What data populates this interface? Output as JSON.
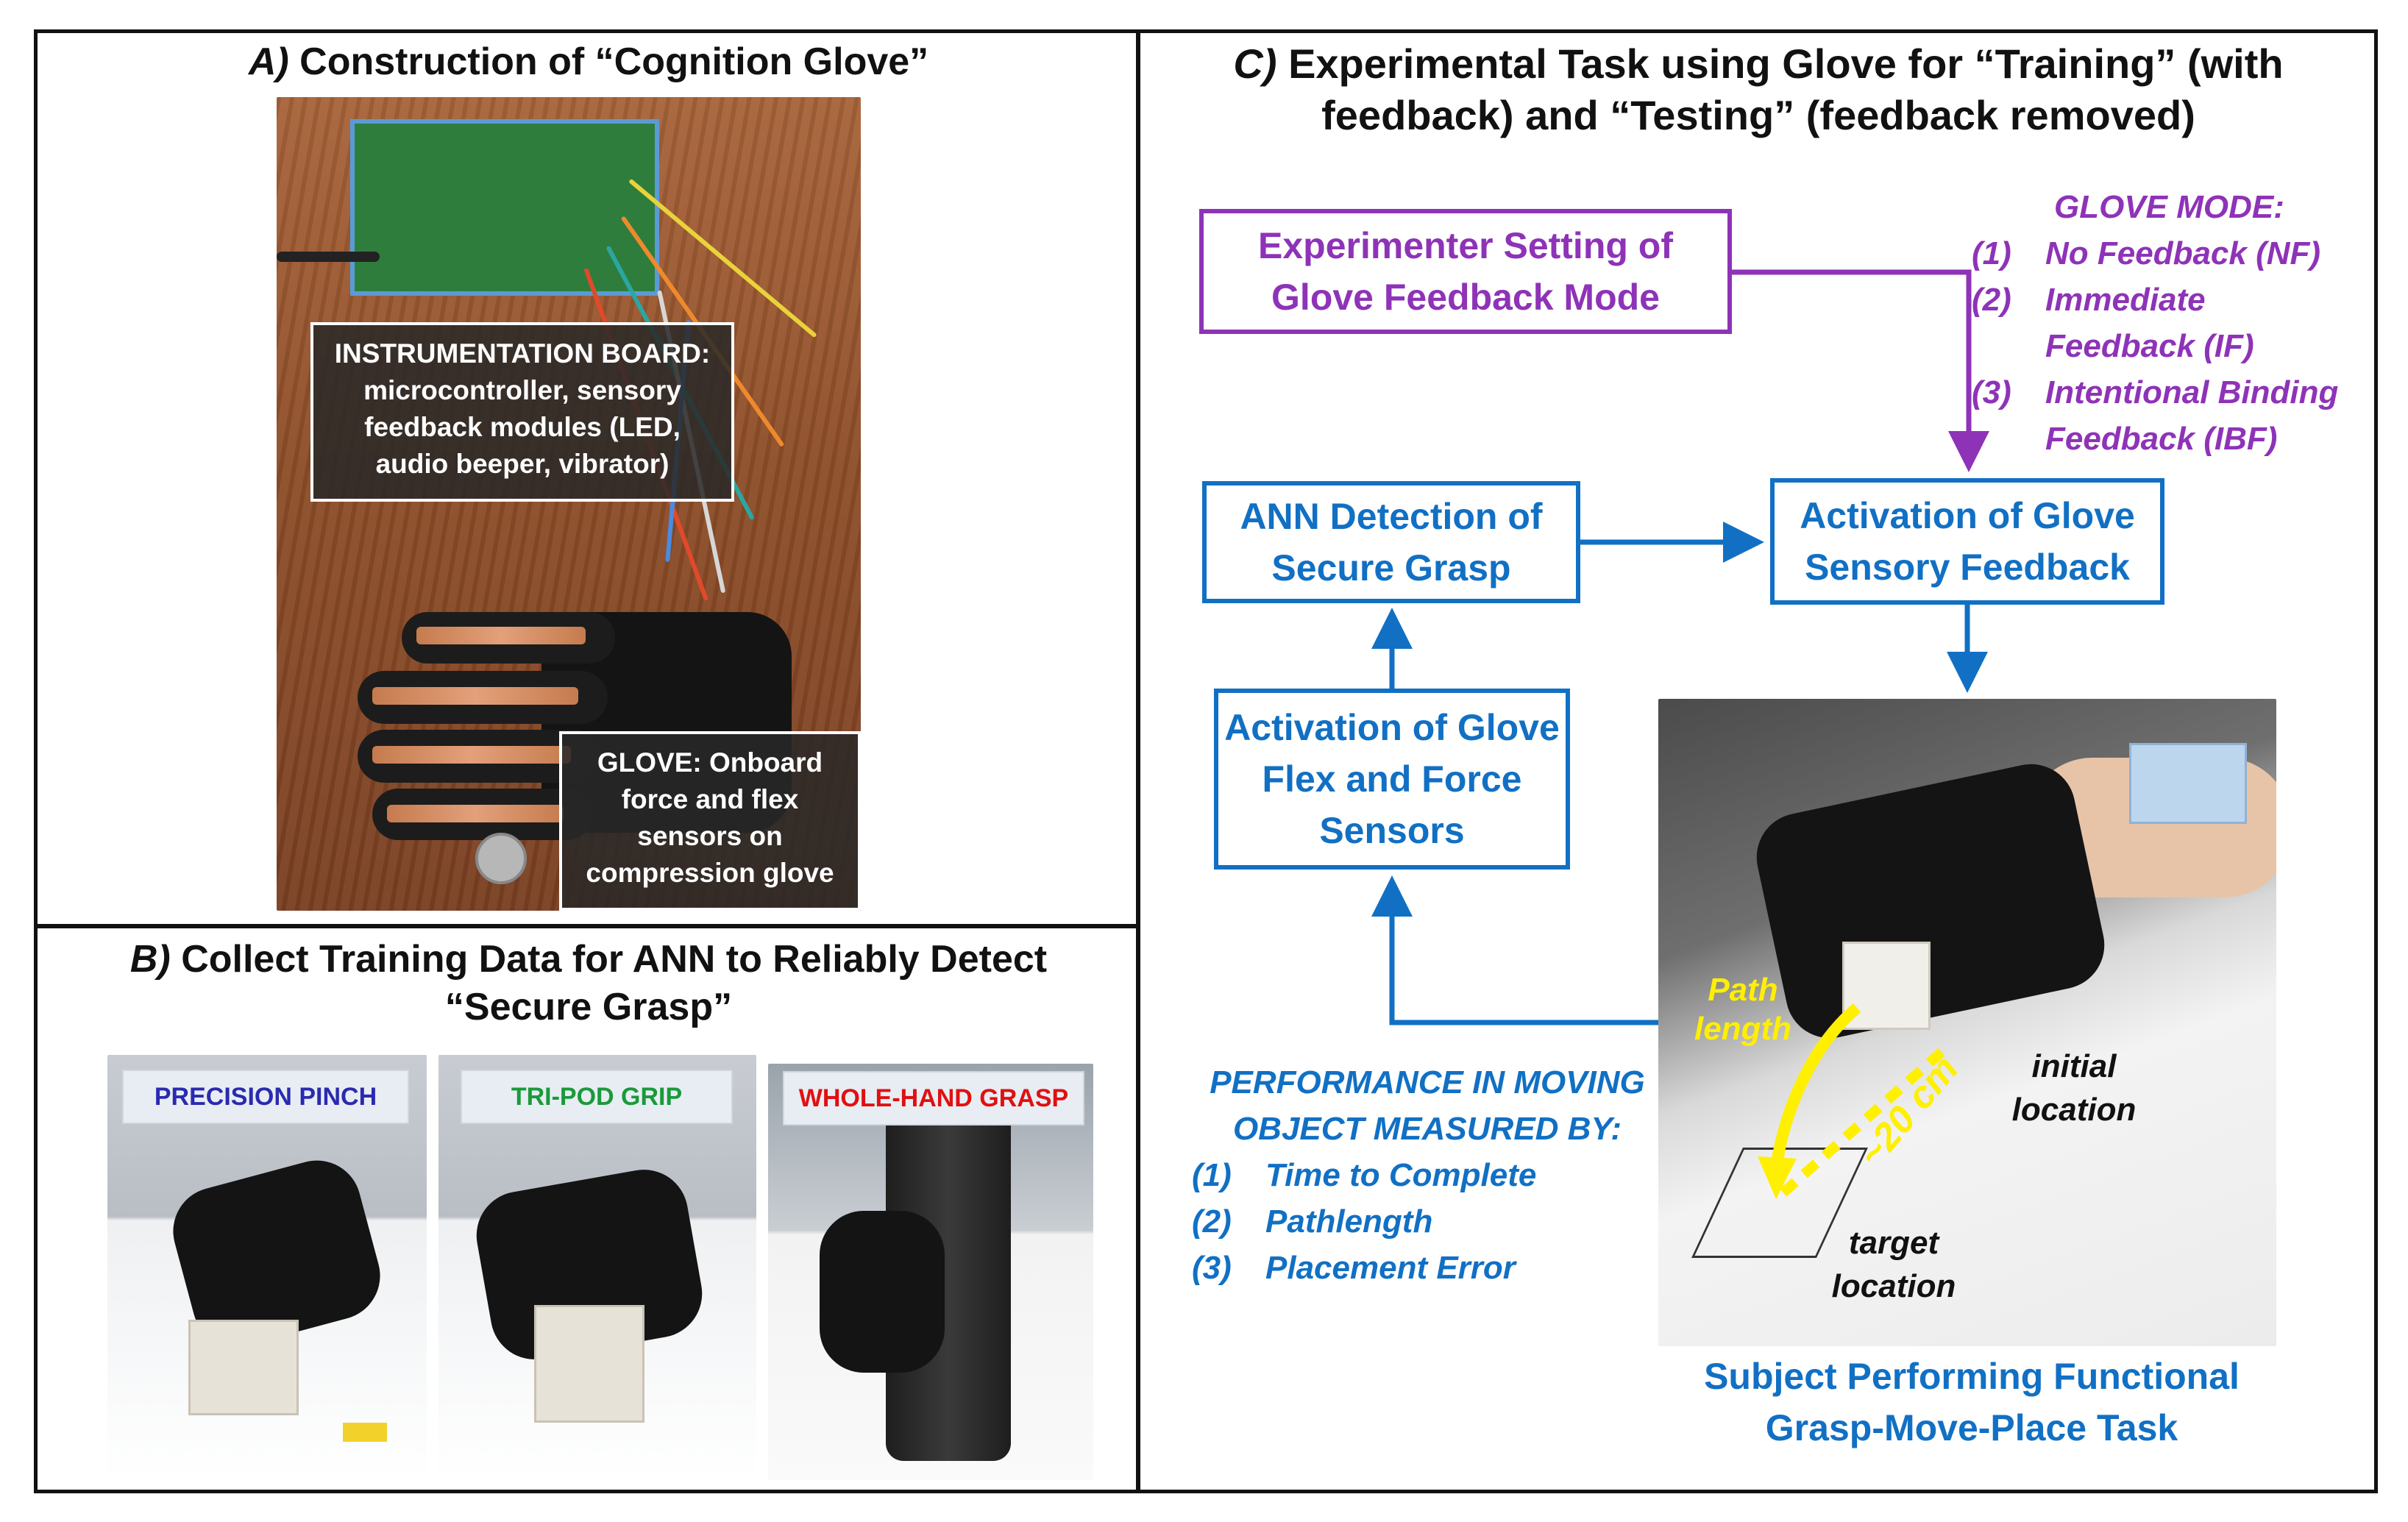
{
  "panel_a": {
    "letter": "A)",
    "title": "Construction of “Cognition Glove”",
    "board_label": "INSTRUMENTATION BOARD: microcontroller, sensory feedback modules (LED, audio beeper, vibrator)",
    "glove_label": "GLOVE: Onboard force and flex sensors on compression glove"
  },
  "panel_b": {
    "letter": "B)",
    "title_line1": "Collect Training Data for ANN to Reliably Detect",
    "title_line2": "“Secure Grasp”",
    "grips": [
      {
        "label": "PRECISION PINCH",
        "color": "#2a2ab0"
      },
      {
        "label": "TRI-POD GRIP",
        "color": "#1a9a3a"
      },
      {
        "label": "WHOLE-HAND GRASP",
        "color": "#e01010"
      }
    ]
  },
  "panel_c": {
    "letter": "C)",
    "title_line1": "Experimental Task using Glove for “Training” (with",
    "title_line2": "feedback) and “Testing” (feedback removed)",
    "box_experimenter": "Experimenter Setting of Glove Feedback Mode",
    "box_ann": "ANN Detection of Secure Grasp",
    "box_activation_feedback": "Activation of Glove Sensory Feedback",
    "box_activation_sensors": "Activation of Glove Flex and Force Sensors",
    "glove_mode": {
      "heading": "GLOVE MODE:",
      "items": [
        {
          "num": "(1)",
          "text": "No Feedback (NF)"
        },
        {
          "num": "(2)",
          "text": "Immediate Feedback (IF)"
        },
        {
          "num": "(3)",
          "text": "Intentional Binding Feedback (IBF)"
        }
      ]
    },
    "performance": {
      "heading": "PERFORMANCE IN MOVING OBJECT MEASURED BY:",
      "items": [
        {
          "num": "(1)",
          "text": "Time to Complete"
        },
        {
          "num": "(2)",
          "text": "Pathlength"
        },
        {
          "num": "(3)",
          "text": "Placement Error"
        }
      ]
    },
    "photo_labels": {
      "path_length": "Path length",
      "distance": "~20 cm",
      "initial": "initial location",
      "target": "target location"
    },
    "caption": "Subject Performing Functional Grasp-Move-Place Task"
  },
  "colors": {
    "blue": "#1170c4",
    "purple": "#8e33b7",
    "yellow": "#ffef00"
  }
}
